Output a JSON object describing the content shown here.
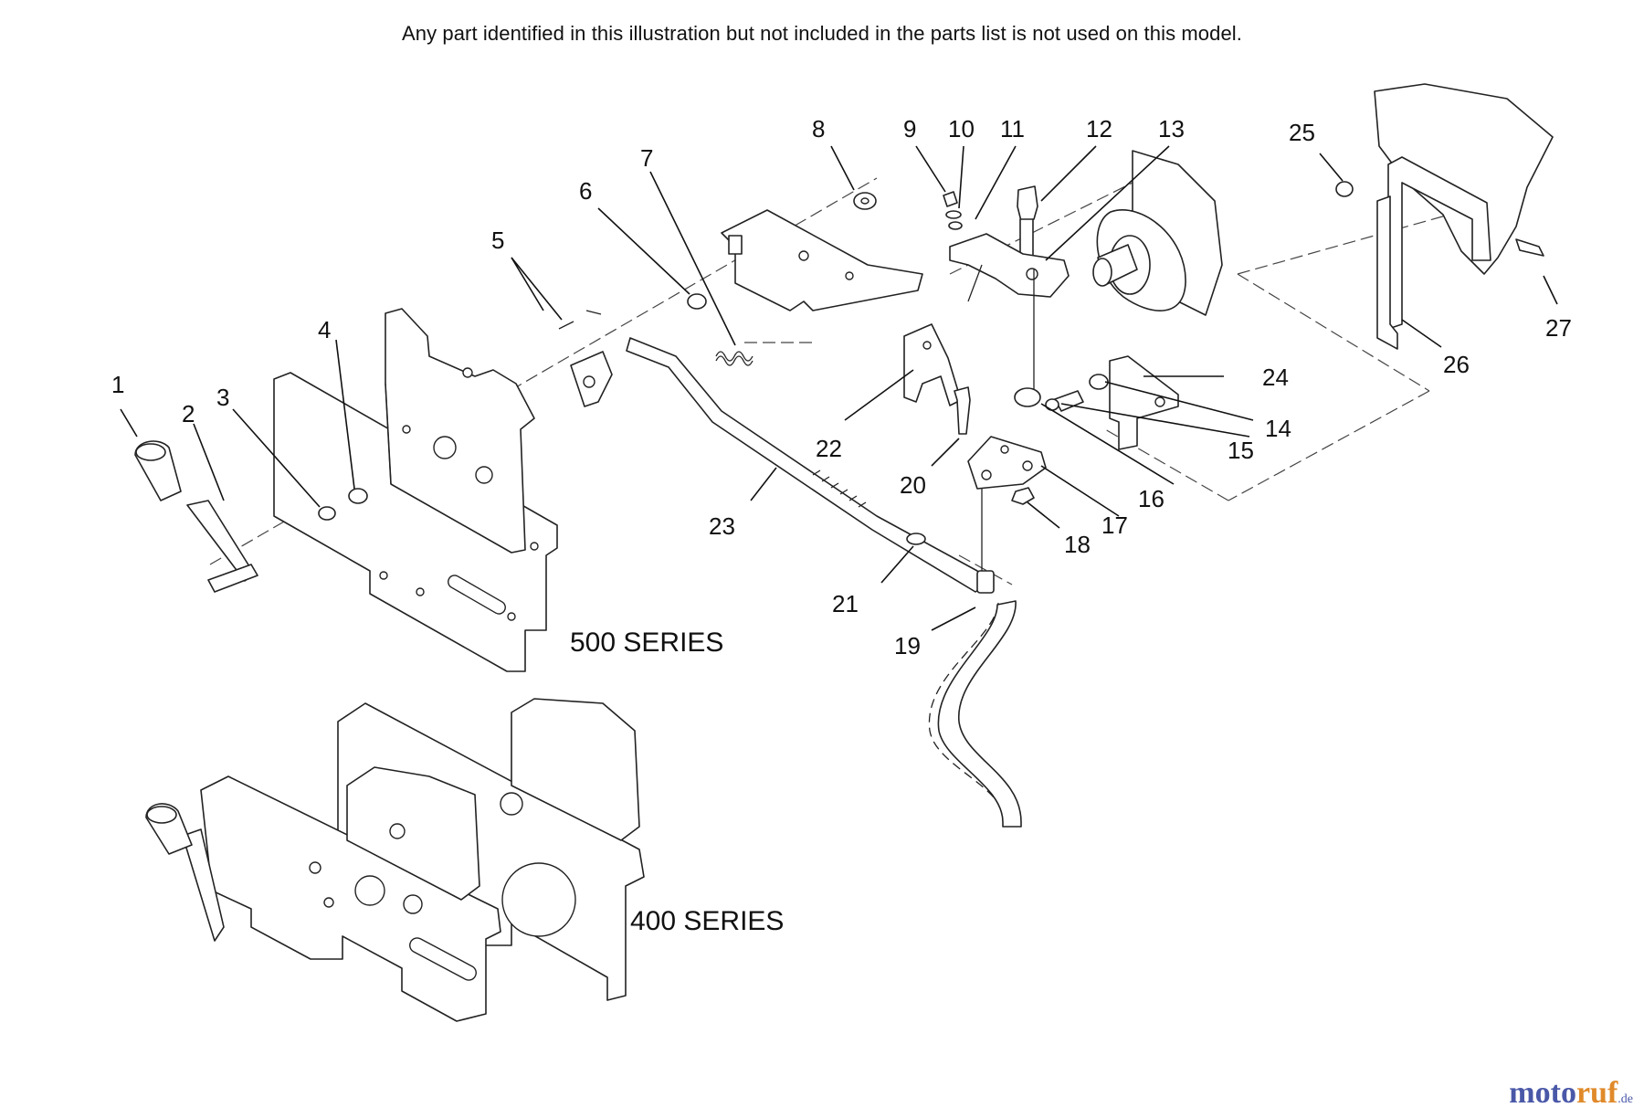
{
  "note": "Any part identified in this illustration but not included in the parts list is not used on this model.",
  "series": {
    "s500": "500 SERIES",
    "s400": "400 SERIES"
  },
  "callouts": [
    "1",
    "2",
    "3",
    "4",
    "5",
    "6",
    "7",
    "8",
    "9",
    "10",
    "11",
    "12",
    "13",
    "14",
    "15",
    "16",
    "17",
    "18",
    "19",
    "20",
    "21",
    "22",
    "23",
    "24",
    "25",
    "26",
    "27"
  ],
  "watermark": {
    "part1": "moto",
    "part2": "ruf",
    "part3": ".de"
  },
  "colors": {
    "ink": "#222222",
    "watermark_blue": "#4a58a8",
    "watermark_orange": "#e08a2a"
  }
}
